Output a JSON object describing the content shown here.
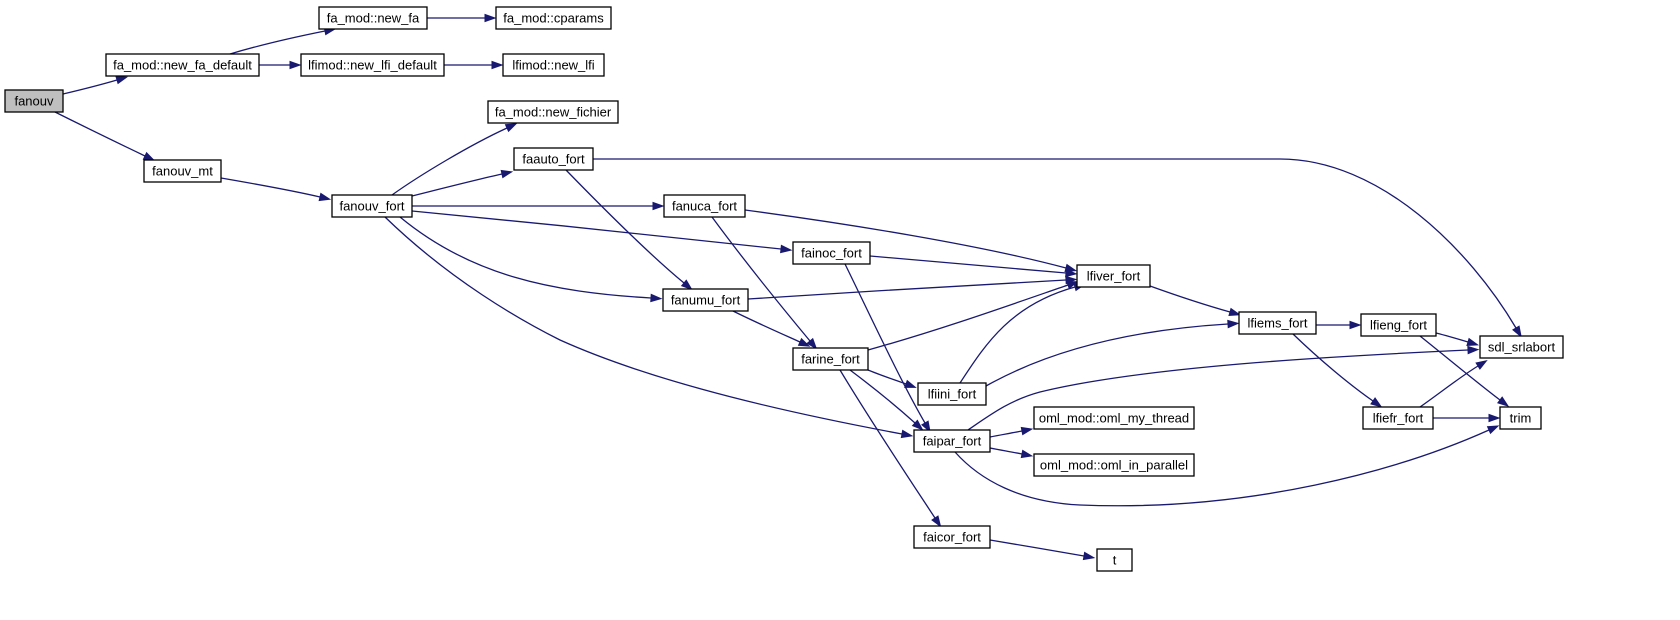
{
  "graph": {
    "type": "call-graph",
    "colors": {
      "edge": "#191970",
      "node_border": "#000000",
      "root_fill": "#bfbfbf",
      "node_fill": "#ffffff"
    },
    "nodes": [
      {
        "id": "fanouv",
        "label": "fanouv",
        "root": true
      },
      {
        "id": "new_fa_default",
        "label": "fa_mod::new_fa_default"
      },
      {
        "id": "new_fa",
        "label": "fa_mod::new_fa"
      },
      {
        "id": "cparams",
        "label": "fa_mod::cparams"
      },
      {
        "id": "new_lfi_default",
        "label": "lfimod::new_lfi_default"
      },
      {
        "id": "new_lfi",
        "label": "lfimod::new_lfi"
      },
      {
        "id": "fanouv_mt",
        "label": "fanouv_mt"
      },
      {
        "id": "new_fichier",
        "label": "fa_mod::new_fichier"
      },
      {
        "id": "faauto_fort",
        "label": "faauto_fort"
      },
      {
        "id": "fanouv_fort",
        "label": "fanouv_fort"
      },
      {
        "id": "fanuca_fort",
        "label": "fanuca_fort"
      },
      {
        "id": "fainoc_fort",
        "label": "fainoc_fort"
      },
      {
        "id": "fanumu_fort",
        "label": "fanumu_fort"
      },
      {
        "id": "farine_fort",
        "label": "farine_fort"
      },
      {
        "id": "lfiini_fort",
        "label": "lfiini_fort"
      },
      {
        "id": "faipar_fort",
        "label": "faipar_fort"
      },
      {
        "id": "oml_my_thread",
        "label": "oml_mod::oml_my_thread"
      },
      {
        "id": "oml_in_parallel",
        "label": "oml_mod::oml_in_parallel"
      },
      {
        "id": "faicor_fort",
        "label": "faicor_fort"
      },
      {
        "id": "t",
        "label": "t"
      },
      {
        "id": "lfiver_fort",
        "label": "lfiver_fort"
      },
      {
        "id": "lfiems_fort",
        "label": "lfiems_fort"
      },
      {
        "id": "lfieng_fort",
        "label": "lfieng_fort"
      },
      {
        "id": "lfiefr_fort",
        "label": "lfiefr_fort"
      },
      {
        "id": "sdl_srlabort",
        "label": "sdl_srlabort"
      },
      {
        "id": "trim",
        "label": "trim"
      }
    ],
    "edges": [
      {
        "from": "fanouv",
        "to": "new_fa_default"
      },
      {
        "from": "fanouv",
        "to": "fanouv_mt"
      },
      {
        "from": "new_fa_default",
        "to": "new_fa"
      },
      {
        "from": "new_fa_default",
        "to": "new_lfi_default"
      },
      {
        "from": "new_fa",
        "to": "cparams"
      },
      {
        "from": "new_lfi_default",
        "to": "new_lfi"
      },
      {
        "from": "fanouv_mt",
        "to": "fanouv_fort"
      },
      {
        "from": "fanouv_fort",
        "to": "new_fichier"
      },
      {
        "from": "fanouv_fort",
        "to": "faauto_fort"
      },
      {
        "from": "fanouv_fort",
        "to": "fanuca_fort"
      },
      {
        "from": "fanouv_fort",
        "to": "fainoc_fort"
      },
      {
        "from": "fanouv_fort",
        "to": "fanumu_fort"
      },
      {
        "from": "fanouv_fort",
        "to": "faipar_fort"
      },
      {
        "from": "faauto_fort",
        "to": "sdl_srlabort"
      },
      {
        "from": "faauto_fort",
        "to": "fanumu_fort"
      },
      {
        "from": "fanuca_fort",
        "to": "lfiver_fort"
      },
      {
        "from": "fanuca_fort",
        "to": "farine_fort"
      },
      {
        "from": "fainoc_fort",
        "to": "lfiver_fort"
      },
      {
        "from": "fainoc_fort",
        "to": "faipar_fort"
      },
      {
        "from": "fanumu_fort",
        "to": "lfiver_fort"
      },
      {
        "from": "fanumu_fort",
        "to": "farine_fort"
      },
      {
        "from": "farine_fort",
        "to": "lfiver_fort"
      },
      {
        "from": "farine_fort",
        "to": "lfiini_fort"
      },
      {
        "from": "farine_fort",
        "to": "faipar_fort"
      },
      {
        "from": "farine_fort",
        "to": "faicor_fort"
      },
      {
        "from": "lfiini_fort",
        "to": "lfiver_fort"
      },
      {
        "from": "lfiini_fort",
        "to": "lfiems_fort"
      },
      {
        "from": "lfiver_fort",
        "to": "lfiems_fort"
      },
      {
        "from": "faipar_fort",
        "to": "oml_my_thread"
      },
      {
        "from": "faipar_fort",
        "to": "oml_in_parallel"
      },
      {
        "from": "faipar_fort",
        "to": "sdl_srlabort"
      },
      {
        "from": "faipar_fort",
        "to": "trim"
      },
      {
        "from": "faicor_fort",
        "to": "t"
      },
      {
        "from": "lfiems_fort",
        "to": "lfieng_fort"
      },
      {
        "from": "lfiems_fort",
        "to": "lfiefr_fort"
      },
      {
        "from": "lfieng_fort",
        "to": "sdl_srlabort"
      },
      {
        "from": "lfieng_fort",
        "to": "trim"
      },
      {
        "from": "lfiefr_fort",
        "to": "sdl_srlabort"
      },
      {
        "from": "lfiefr_fort",
        "to": "trim"
      }
    ]
  }
}
